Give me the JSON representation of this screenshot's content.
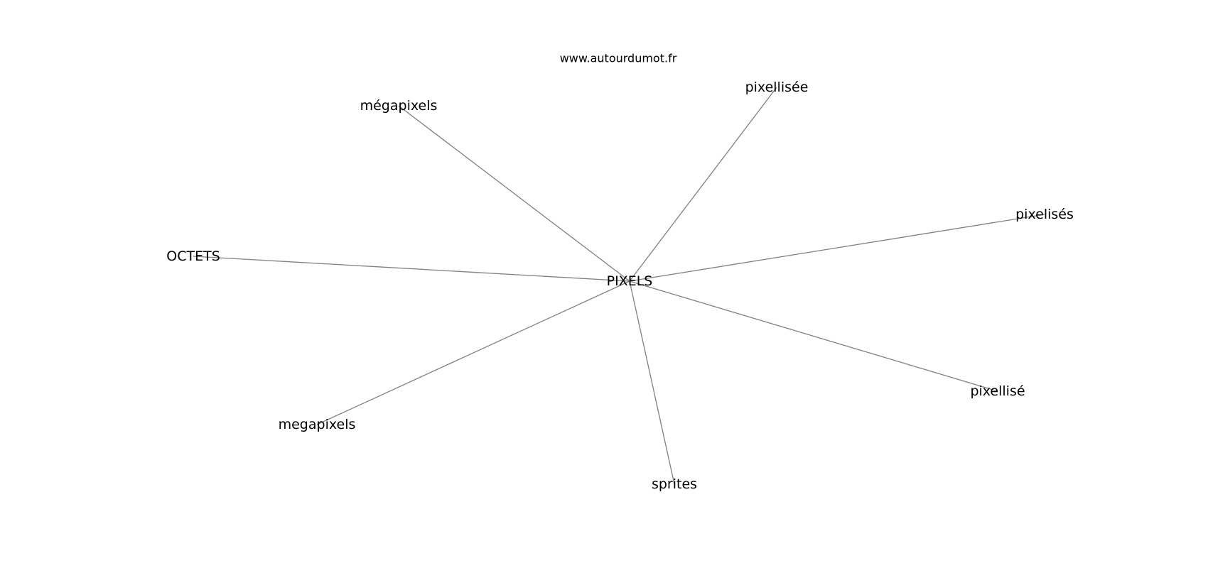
{
  "source": "www.autourdumot.fr",
  "diagram": {
    "center": {
      "id": "pixels",
      "label": "PIXELS"
    },
    "nodes": [
      {
        "id": "megapixels_accent",
        "label": "mégapixels"
      },
      {
        "id": "pixellisee",
        "label": "pixellisée"
      },
      {
        "id": "pixelises",
        "label": "pixelisés"
      },
      {
        "id": "octets",
        "label": "OCTETS"
      },
      {
        "id": "pixellise",
        "label": "pixellisé"
      },
      {
        "id": "megapixels",
        "label": "megapixels"
      },
      {
        "id": "sprites",
        "label": "sprites"
      }
    ],
    "edges": [
      {
        "from": "pixels",
        "to": "megapixels_accent"
      },
      {
        "from": "pixels",
        "to": "pixellisee"
      },
      {
        "from": "pixels",
        "to": "pixelises"
      },
      {
        "from": "pixels",
        "to": "octets"
      },
      {
        "from": "pixels",
        "to": "pixellise"
      },
      {
        "from": "pixels",
        "to": "megapixels"
      },
      {
        "from": "pixels",
        "to": "sprites"
      }
    ],
    "colors": {
      "edge": "#808080",
      "text": "#000000",
      "background": "#ffffff"
    }
  }
}
